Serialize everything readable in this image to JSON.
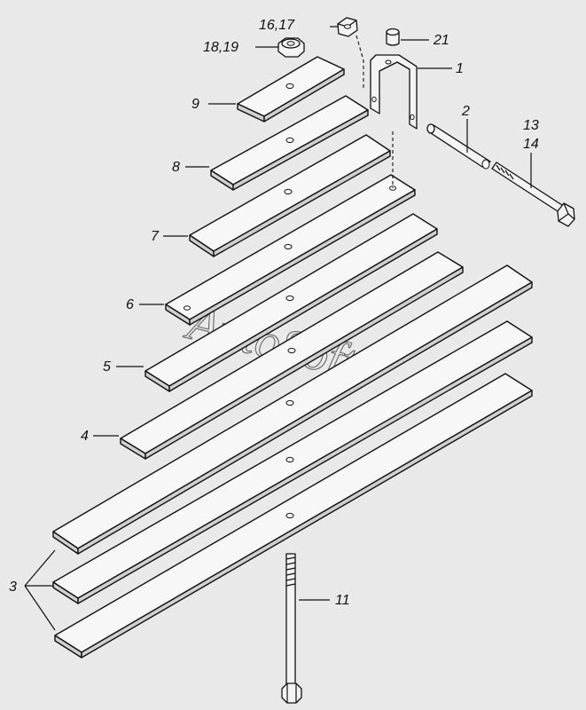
{
  "watermark": "AutoSoft",
  "callouts": {
    "n16_17": "16,17",
    "n18_19": "18,19",
    "n21": "21",
    "n1": "1",
    "n9": "9",
    "n8": "8",
    "n7": "7",
    "n6": "6",
    "n5": "5",
    "n4": "4",
    "n3": "3",
    "n2": "2",
    "n13": "13",
    "n14": "14",
    "n11": "11"
  }
}
